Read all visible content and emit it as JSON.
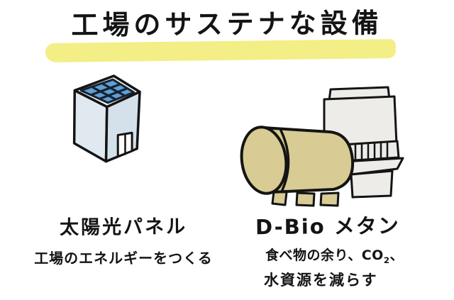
{
  "canvas": {
    "background": "#ffffff",
    "ink": "#141414"
  },
  "title": {
    "text": "工場のサステナな設備",
    "highlight_color": "#f3ee86"
  },
  "left_item": {
    "illustration": "factory-building-with-solar-panel",
    "name": "太陽光パネル",
    "description": "工場のエネルギーをつくる",
    "colors": {
      "panel": "#5d9fd6",
      "panel_frame": "#18222e",
      "roof": "#eef3f6",
      "face_left": "#dfe9ef",
      "face_right": "#d4e1ea",
      "door": "#ffffff"
    }
  },
  "right_item": {
    "illustration": "d-bio-methane-tank-and-plant",
    "name": "D-Bio メタン",
    "description_line1_pre": "食べ物の余り、CO",
    "description_line1_sub": "2",
    "description_line1_post": "、",
    "description_line2": "水資源を減らす",
    "colors": {
      "tank": "#d8cb93",
      "plant": "#edece8"
    }
  }
}
